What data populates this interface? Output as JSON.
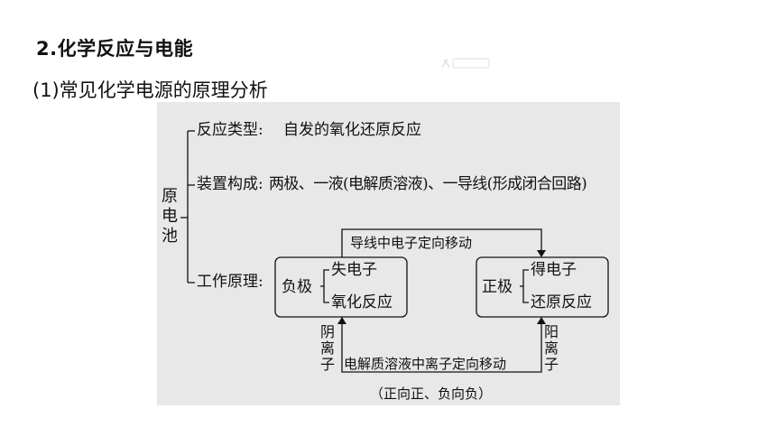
{
  "heading": "2.化学反应与电能",
  "subheading": "(1)常见化学电源的原理分析",
  "diagram": {
    "root": "原电池",
    "branches": [
      {
        "label": "反应类型:",
        "text": "自发的氧化还原反应"
      },
      {
        "label": "装置构成:",
        "text": "两极、一液(电解质溶液)、一导线(形成闭合回路)"
      },
      {
        "label": "工作原理:",
        "text": ""
      }
    ],
    "negative": {
      "label": "负极",
      "lines": [
        "失电子",
        "氧化反应"
      ]
    },
    "positive": {
      "label": "正极",
      "lines": [
        "得电子",
        "还原反应"
      ]
    },
    "wire_label": "导线中电子定向移动",
    "anion_label": "阴离子",
    "cation_label": "阳离子",
    "solution_label": "电解质溶液中离子定向移动",
    "rule_note": "（正向正、负向负）"
  }
}
